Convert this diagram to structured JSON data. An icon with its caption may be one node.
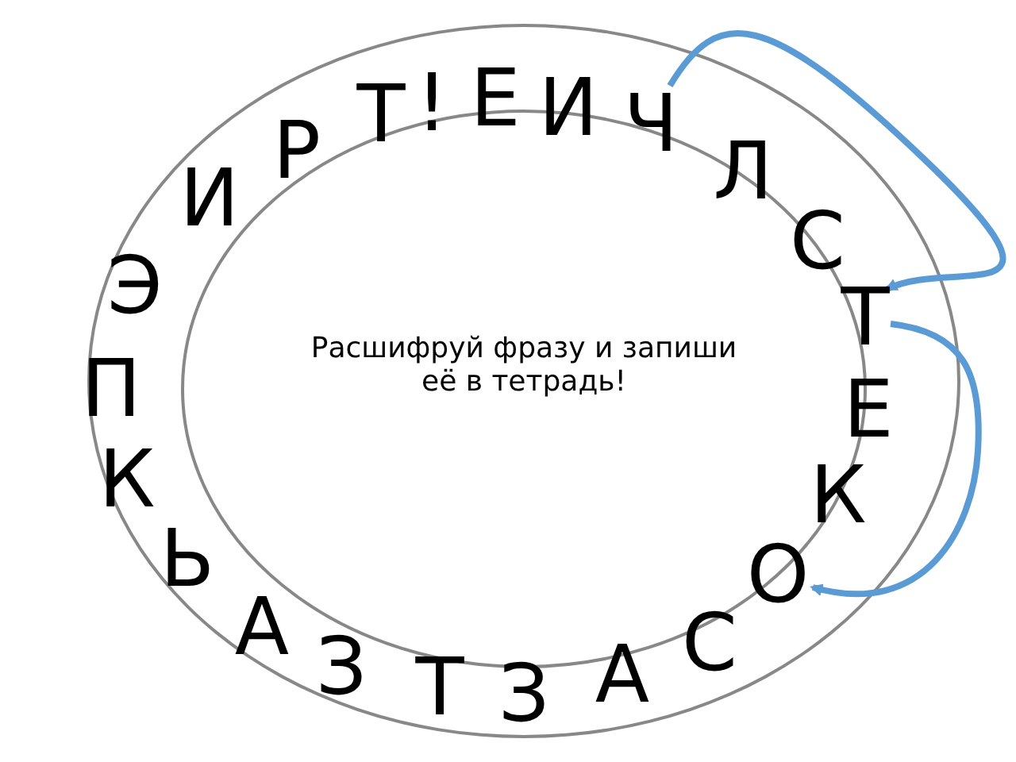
{
  "diagram": {
    "nodes": [
      {
        "text": [],
        "shape": "ellipse"
      },
      {
        "text": [
          "Расшифруй фразу и запиши её в тетрадь!"
        ],
        "in": 0
      },
      {
        "text": [
          "Э"
        ],
        "in": 0
      },
      {
        "text": [
          "И"
        ],
        "in": 0
      },
      {
        "text": [
          "Р"
        ],
        "in": 0
      },
      {
        "text": [
          "Т"
        ],
        "in": 0
      },
      {
        "text": [
          "!"
        ],
        "in": 0
      },
      {
        "text": [
          "Е"
        ],
        "in": 0
      },
      {
        "text": [
          "И"
        ],
        "in": 0
      },
      {
        "text": [
          "Ч"
        ],
        "in": 0
      },
      {
        "text": [
          "Л"
        ],
        "in": 0
      },
      {
        "text": [
          "С"
        ],
        "in": 0
      },
      {
        "text": [
          "Т"
        ],
        "in": 0
      },
      {
        "text": [
          "Е"
        ],
        "in": 0
      },
      {
        "text": [
          "К"
        ],
        "in": 0
      },
      {
        "text": [
          "О"
        ],
        "in": 0
      },
      {
        "text": [
          "С"
        ],
        "in": 0
      },
      {
        "text": [
          "А"
        ],
        "in": 0
      },
      {
        "text": [
          "З"
        ],
        "in": 0
      },
      {
        "text": [
          "Т"
        ],
        "in": 0
      },
      {
        "text": [
          "З"
        ],
        "in": 0
      },
      {
        "text": [
          "А"
        ],
        "in": 0
      },
      {
        "text": [
          "Ь"
        ],
        "in": 0
      },
      {
        "text": [
          "К"
        ],
        "in": 0
      },
      {
        "text": [
          "П"
        ],
        "in": 0
      }
    ],
    "edges": [
      {
        "from": 9,
        "to": 12,
        "arrow": "to"
      },
      {
        "from": 12,
        "to": 15,
        "arrow": "to"
      }
    ]
  }
}
